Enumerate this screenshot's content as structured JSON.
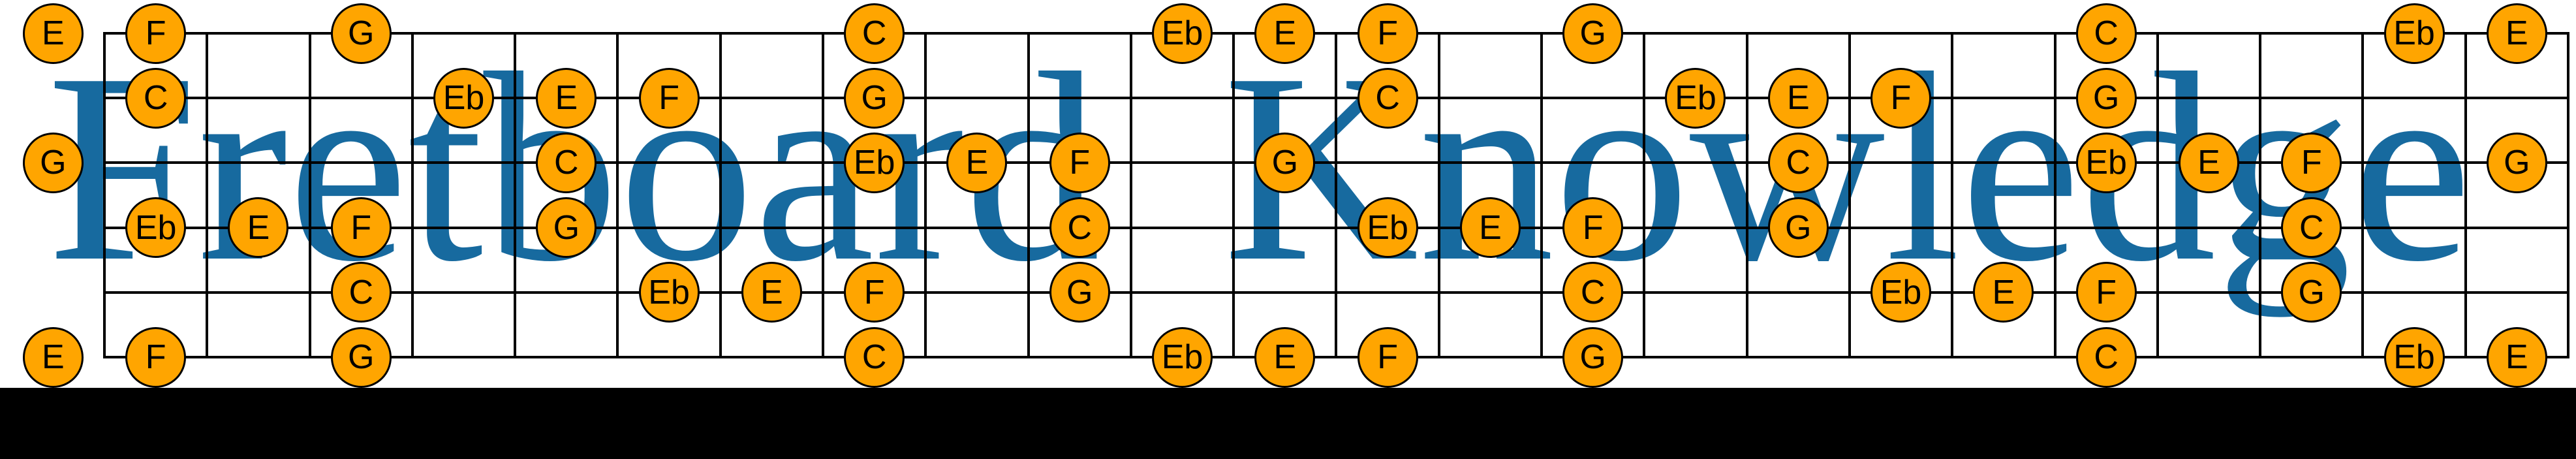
{
  "banner": {
    "title": "Fretboard Knowledge"
  },
  "colors": {
    "background": "#FFFFFF",
    "title_blue": "#176A9F",
    "dot_orange": "#FFA500",
    "dot_outline": "#000000",
    "note_text": "#000000",
    "grid_line": "#000000",
    "bottom_band": "#000000"
  },
  "fretboard": {
    "string_count": 6,
    "fret_count": 24,
    "dots": [
      {
        "string": 1,
        "fret": 0,
        "note": "E"
      },
      {
        "string": 1,
        "fret": 1,
        "note": "F"
      },
      {
        "string": 1,
        "fret": 3,
        "note": "G"
      },
      {
        "string": 1,
        "fret": 8,
        "note": "C"
      },
      {
        "string": 1,
        "fret": 11,
        "note": "Eb"
      },
      {
        "string": 1,
        "fret": 12,
        "note": "E"
      },
      {
        "string": 1,
        "fret": 13,
        "note": "F"
      },
      {
        "string": 1,
        "fret": 15,
        "note": "G"
      },
      {
        "string": 1,
        "fret": 20,
        "note": "C"
      },
      {
        "string": 1,
        "fret": 23,
        "note": "Eb"
      },
      {
        "string": 1,
        "fret": 24,
        "note": "E"
      },
      {
        "string": 2,
        "fret": 1,
        "note": "C"
      },
      {
        "string": 2,
        "fret": 4,
        "note": "Eb"
      },
      {
        "string": 2,
        "fret": 5,
        "note": "E"
      },
      {
        "string": 2,
        "fret": 6,
        "note": "F"
      },
      {
        "string": 2,
        "fret": 8,
        "note": "G"
      },
      {
        "string": 2,
        "fret": 13,
        "note": "C"
      },
      {
        "string": 2,
        "fret": 16,
        "note": "Eb"
      },
      {
        "string": 2,
        "fret": 17,
        "note": "E"
      },
      {
        "string": 2,
        "fret": 18,
        "note": "F"
      },
      {
        "string": 2,
        "fret": 20,
        "note": "G"
      },
      {
        "string": 3,
        "fret": 0,
        "note": "G"
      },
      {
        "string": 3,
        "fret": 5,
        "note": "C"
      },
      {
        "string": 3,
        "fret": 8,
        "note": "Eb"
      },
      {
        "string": 3,
        "fret": 9,
        "note": "E"
      },
      {
        "string": 3,
        "fret": 10,
        "note": "F"
      },
      {
        "string": 3,
        "fret": 12,
        "note": "G"
      },
      {
        "string": 3,
        "fret": 17,
        "note": "C"
      },
      {
        "string": 3,
        "fret": 20,
        "note": "Eb"
      },
      {
        "string": 3,
        "fret": 21,
        "note": "E"
      },
      {
        "string": 3,
        "fret": 22,
        "note": "F"
      },
      {
        "string": 3,
        "fret": 24,
        "note": "G"
      },
      {
        "string": 4,
        "fret": 1,
        "note": "Eb"
      },
      {
        "string": 4,
        "fret": 2,
        "note": "E"
      },
      {
        "string": 4,
        "fret": 3,
        "note": "F"
      },
      {
        "string": 4,
        "fret": 5,
        "note": "G"
      },
      {
        "string": 4,
        "fret": 10,
        "note": "C"
      },
      {
        "string": 4,
        "fret": 13,
        "note": "Eb"
      },
      {
        "string": 4,
        "fret": 14,
        "note": "E"
      },
      {
        "string": 4,
        "fret": 15,
        "note": "F"
      },
      {
        "string": 4,
        "fret": 17,
        "note": "G"
      },
      {
        "string": 4,
        "fret": 22,
        "note": "C"
      },
      {
        "string": 5,
        "fret": 3,
        "note": "C"
      },
      {
        "string": 5,
        "fret": 6,
        "note": "Eb"
      },
      {
        "string": 5,
        "fret": 7,
        "note": "E"
      },
      {
        "string": 5,
        "fret": 8,
        "note": "F"
      },
      {
        "string": 5,
        "fret": 10,
        "note": "G"
      },
      {
        "string": 5,
        "fret": 15,
        "note": "C"
      },
      {
        "string": 5,
        "fret": 18,
        "note": "Eb"
      },
      {
        "string": 5,
        "fret": 19,
        "note": "E"
      },
      {
        "string": 5,
        "fret": 20,
        "note": "F"
      },
      {
        "string": 5,
        "fret": 22,
        "note": "G"
      },
      {
        "string": 6,
        "fret": 0,
        "note": "E"
      },
      {
        "string": 6,
        "fret": 1,
        "note": "F"
      },
      {
        "string": 6,
        "fret": 3,
        "note": "G"
      },
      {
        "string": 6,
        "fret": 8,
        "note": "C"
      },
      {
        "string": 6,
        "fret": 11,
        "note": "Eb"
      },
      {
        "string": 6,
        "fret": 12,
        "note": "E"
      },
      {
        "string": 6,
        "fret": 13,
        "note": "F"
      },
      {
        "string": 6,
        "fret": 15,
        "note": "G"
      },
      {
        "string": 6,
        "fret": 20,
        "note": "C"
      },
      {
        "string": 6,
        "fret": 23,
        "note": "Eb"
      },
      {
        "string": 6,
        "fret": 24,
        "note": "E"
      }
    ]
  }
}
